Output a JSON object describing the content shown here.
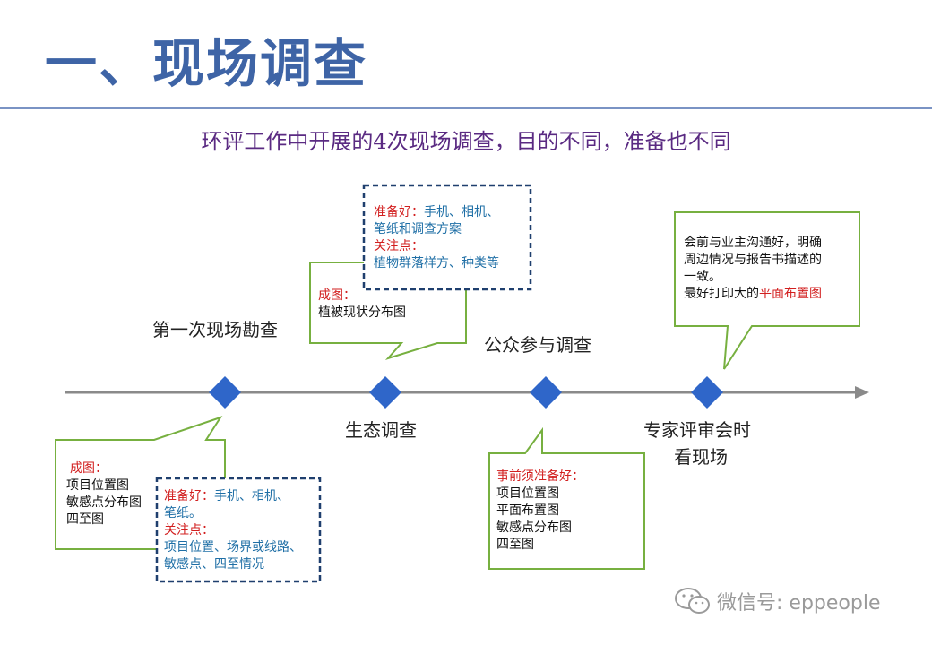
{
  "title": "一、现场调查",
  "subtitle": "环评工作中开展的4次现场调查，目的不同，准备也不同",
  "stages": {
    "s1": "第一次现场勘查",
    "s2": "生态调查",
    "s3": "公众参与调查",
    "s4a": "专家评审会时",
    "s4b": "看现场"
  },
  "boxes": {
    "b1": {
      "title": "成图：",
      "l1": "项目位置图",
      "l2": "敏感点分布图",
      "l3": "四至图"
    },
    "b2": {
      "prep_title": "准备好：",
      "prep_l1": "手机、相机、",
      "prep_l2": "笔纸。",
      "focus_title": "关注点：",
      "focus_l1": "项目位置、场界或线路、",
      "focus_l2": "敏感点、四至情况"
    },
    "b3": {
      "title": "成图：",
      "l1": "植被现状分布图"
    },
    "b4": {
      "prep_title": "准备好：",
      "prep_l1": "手机、相机、",
      "prep_l2": "笔纸和调查方案",
      "focus_title": "关注点：",
      "focus_l1": "植物群落样方、种类等"
    },
    "b5": {
      "title": "事前须准备好：",
      "l1": "项目位置图",
      "l2": "平面布置图",
      "l3": "敏感点分布图",
      "l4": "四至图"
    },
    "b6": {
      "l1": "会前与业主沟通好，明确",
      "l2": "周边情况与报告书描述的",
      "l3": "一致。",
      "l4a": "最好打印大的",
      "l4b": "平面布置图"
    }
  },
  "watermark": "微信号: eppeople",
  "colors": {
    "title": "#3e64a6",
    "subtitle": "#5a2a82",
    "green": "#77b040",
    "navy": "#1f3f6e",
    "diamond": "#2f66c9",
    "red": "#d21f1f",
    "blue": "#1f6fa6"
  }
}
